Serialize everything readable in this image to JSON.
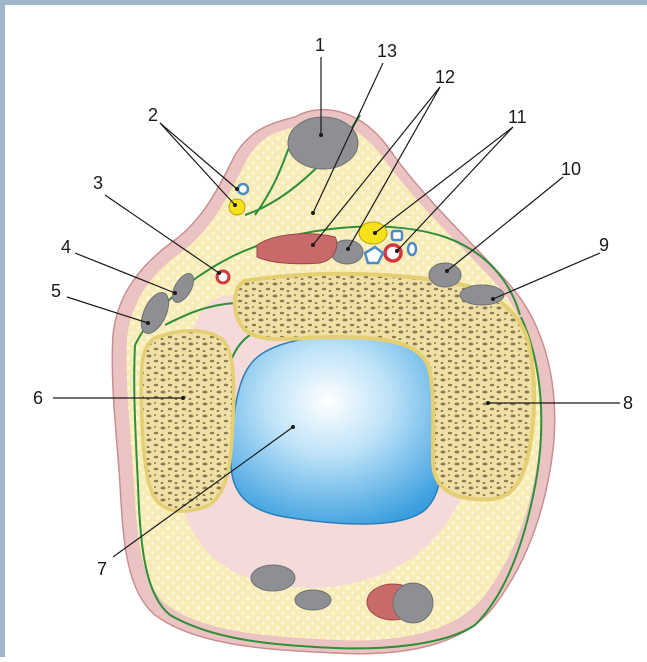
{
  "labels": {
    "l1": "1",
    "l2": "2",
    "l3": "3",
    "l4": "4",
    "l5": "5",
    "l6": "6",
    "l7": "7",
    "l8": "8",
    "l9": "9",
    "l10": "10",
    "l11": "11",
    "l12": "12",
    "l13": "13"
  },
  "colors": {
    "frame_border": "#9fb6cc",
    "skin": "#ecc3c3",
    "fat": "#f8ecb6",
    "fascia": "#2f8f3a",
    "bone": "#f6e9a4",
    "tendon": "#8d8f93",
    "cartilage_blue": "#4aa8e0",
    "nerve": "#f6e21a",
    "artery": "#d4373d",
    "vein": "#4f8bc2",
    "muscle": "#c96a6a"
  }
}
